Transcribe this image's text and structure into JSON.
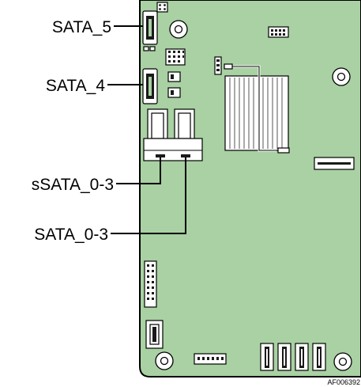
{
  "callouts": {
    "sata5": "SATA_5",
    "sata4": "SATA_4",
    "ssata03": "sSATA_0-3",
    "sata03": "SATA_0-3"
  },
  "figure_id": "AF006392",
  "colors": {
    "board": "#a9d1a3",
    "outline": "#000000",
    "connector": "#ffffff"
  }
}
